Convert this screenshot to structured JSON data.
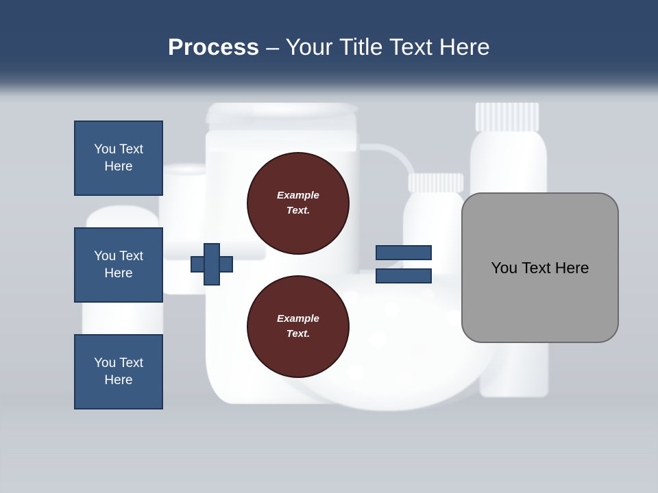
{
  "slide": {
    "title_strong": "Process",
    "title_rest": " – Your Title Text Here",
    "colors": {
      "header_navy": "#32486a",
      "box_blue_fill": "#3b5a82",
      "box_blue_border": "#1f3656",
      "circle_maroon_fill": "#5e2b2b",
      "circle_maroon_border": "#2b1414",
      "result_gray_fill": "#9e9e9e",
      "result_gray_border": "#6a6a6a",
      "canvas_background": "#cdd2d8"
    }
  },
  "inputs": [
    {
      "label": "You Text Here"
    },
    {
      "label": "You Text Here"
    },
    {
      "label": "You Text Here"
    }
  ],
  "operators": {
    "plus": "+",
    "equals": "="
  },
  "circles": [
    {
      "line1": "Example",
      "line2": "Text."
    },
    {
      "line1": "Example",
      "line2": "Text."
    }
  ],
  "result": {
    "label": "You Text Here"
  },
  "background": {
    "photo_subject": "dairy-products-milk-jug-bottles-cottage-cheese"
  }
}
